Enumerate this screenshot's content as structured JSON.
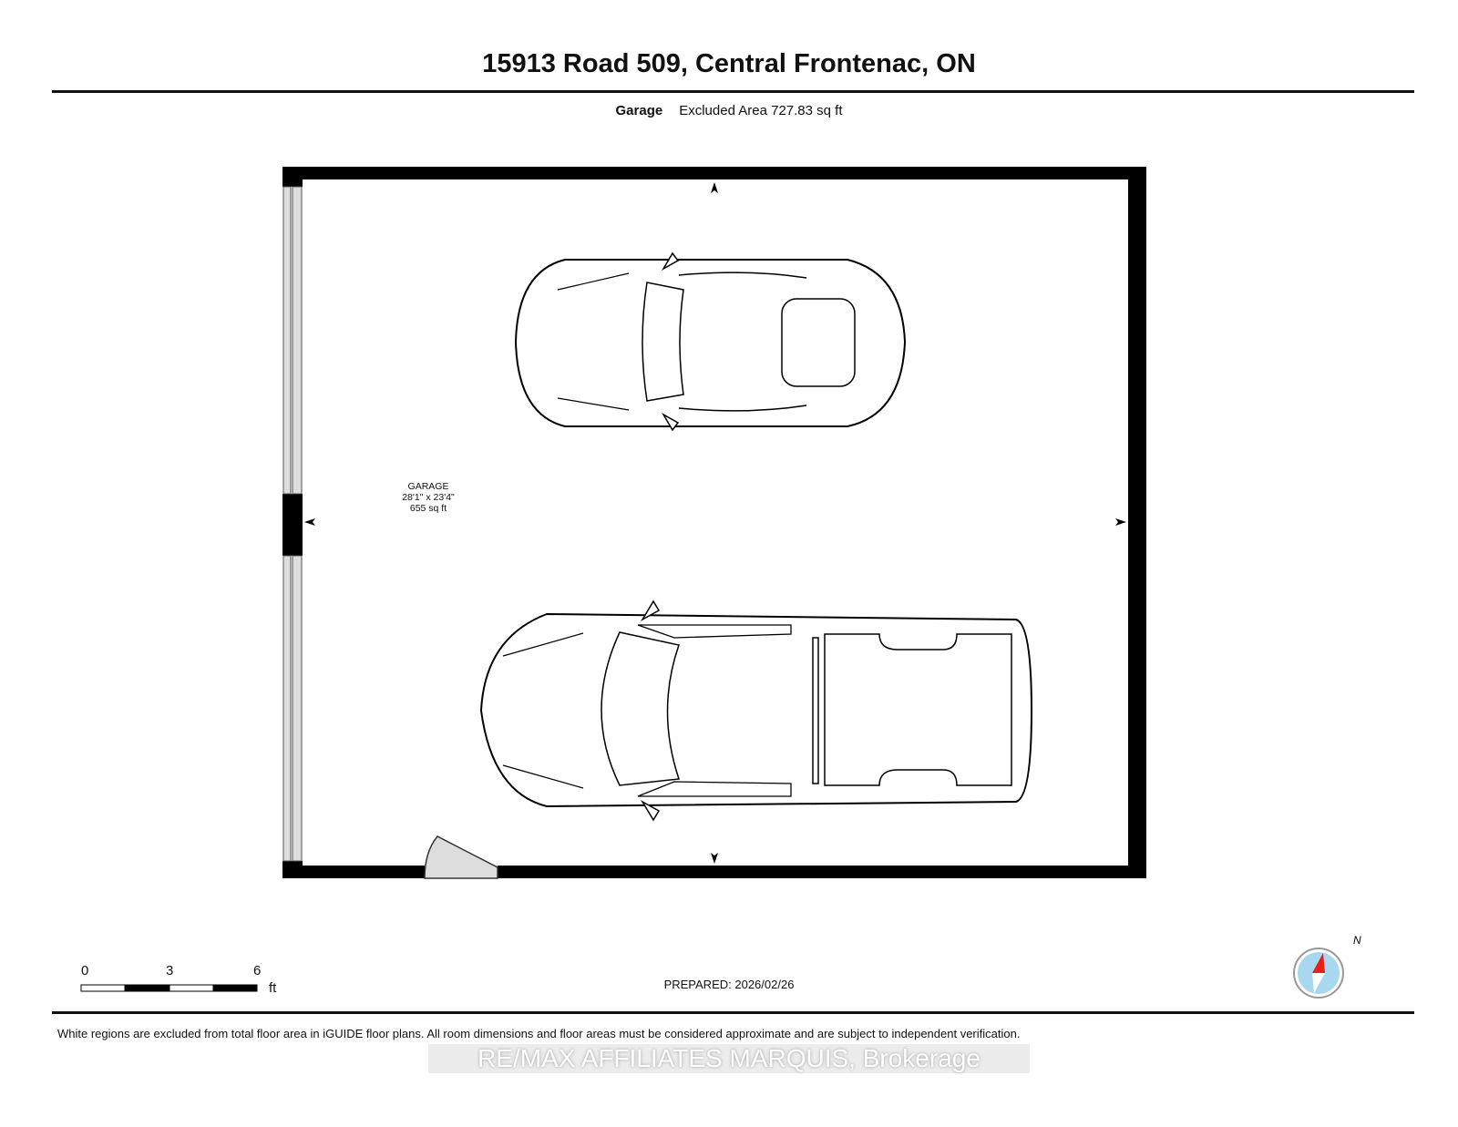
{
  "header": {
    "title": "15913 Road 509, Central Frontenac, ON"
  },
  "summary": {
    "level": "Garage",
    "area": "Excluded Area 727.83 sq ft"
  },
  "room": {
    "name": "GARAGE",
    "dimensions": "28'1\" x 23'4\"",
    "area": "655 sq ft"
  },
  "scale_bar": {
    "labels": [
      "0",
      "3",
      "6"
    ],
    "unit": "ft"
  },
  "prepared": "PREPARED: 2026/02/26",
  "compass": {
    "label": "N",
    "needle_color": "#e8201c",
    "dial_color": "#a8d8f0"
  },
  "footer": {
    "disclaimer": "White regions are excluded from total floor area in iGUIDE floor plans. All room dimensions and floor areas must be considered approximate and are subject to independent verification.",
    "watermark": "RE/MAX AFFILIATES MARQUIS, Brokerage"
  }
}
